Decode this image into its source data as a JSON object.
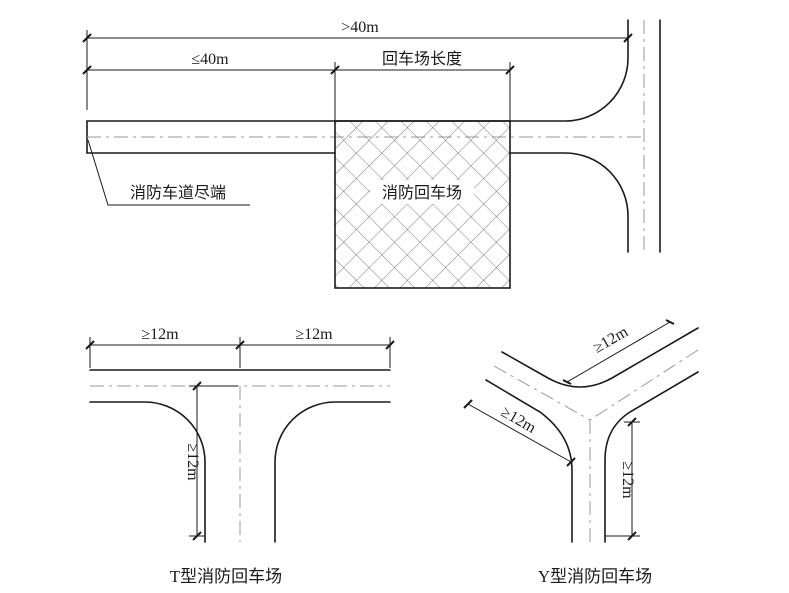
{
  "top": {
    "dim_total": ">40m",
    "dim_max": "≤40m",
    "dim_turnaround_length": "回车场长度",
    "label_road_end": "消防车道尽端",
    "label_turnaround": "消防回车场"
  },
  "t_type": {
    "dim_left": "≥12m",
    "dim_right": "≥12m",
    "dim_vertical": "≥12m",
    "caption": "T型消防回车场"
  },
  "y_type": {
    "dim_upper": "≥12m",
    "dim_left": "≥12m",
    "dim_vertical": "≥12m",
    "caption": "Y型消防回车场"
  }
}
